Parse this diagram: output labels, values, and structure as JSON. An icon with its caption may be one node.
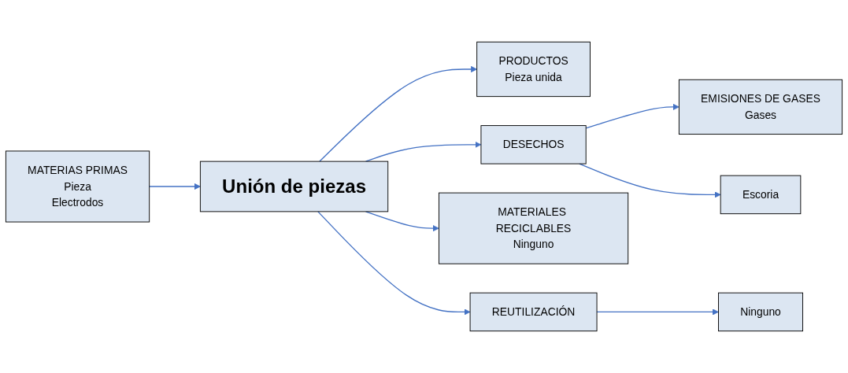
{
  "diagram": {
    "nodes": [
      {
        "text": [
          "MATERIAS PRIMAS",
          "Pieza",
          "Electrodos"
        ]
      },
      {
        "text": [
          "Unión de piezas"
        ]
      },
      {
        "text": [
          "PRODUCTOS",
          "Pieza unida"
        ]
      },
      {
        "text": [
          "DESECHOS"
        ]
      },
      {
        "text": [
          "EMISIONES DE GASES",
          "Gases"
        ]
      },
      {
        "text": [
          "Escoria"
        ]
      },
      {
        "text": [
          "MATERIALES RECICLABLES",
          "Ninguno"
        ]
      },
      {
        "text": [
          "REUTILIZACIÓN"
        ]
      },
      {
        "text": [
          "Ninguno"
        ]
      }
    ],
    "edges": [
      {
        "from": 0,
        "to": 1,
        "arrow": "to"
      },
      {
        "from": 1,
        "to": 2,
        "arrow": "to"
      },
      {
        "from": 1,
        "to": 3,
        "arrow": "to"
      },
      {
        "from": 3,
        "to": 4,
        "arrow": "to"
      },
      {
        "from": 3,
        "to": 5,
        "arrow": "to"
      },
      {
        "from": 1,
        "to": 6,
        "arrow": "to"
      },
      {
        "from": 1,
        "to": 7,
        "arrow": "to"
      },
      {
        "from": 7,
        "to": 8,
        "arrow": "to"
      }
    ]
  }
}
